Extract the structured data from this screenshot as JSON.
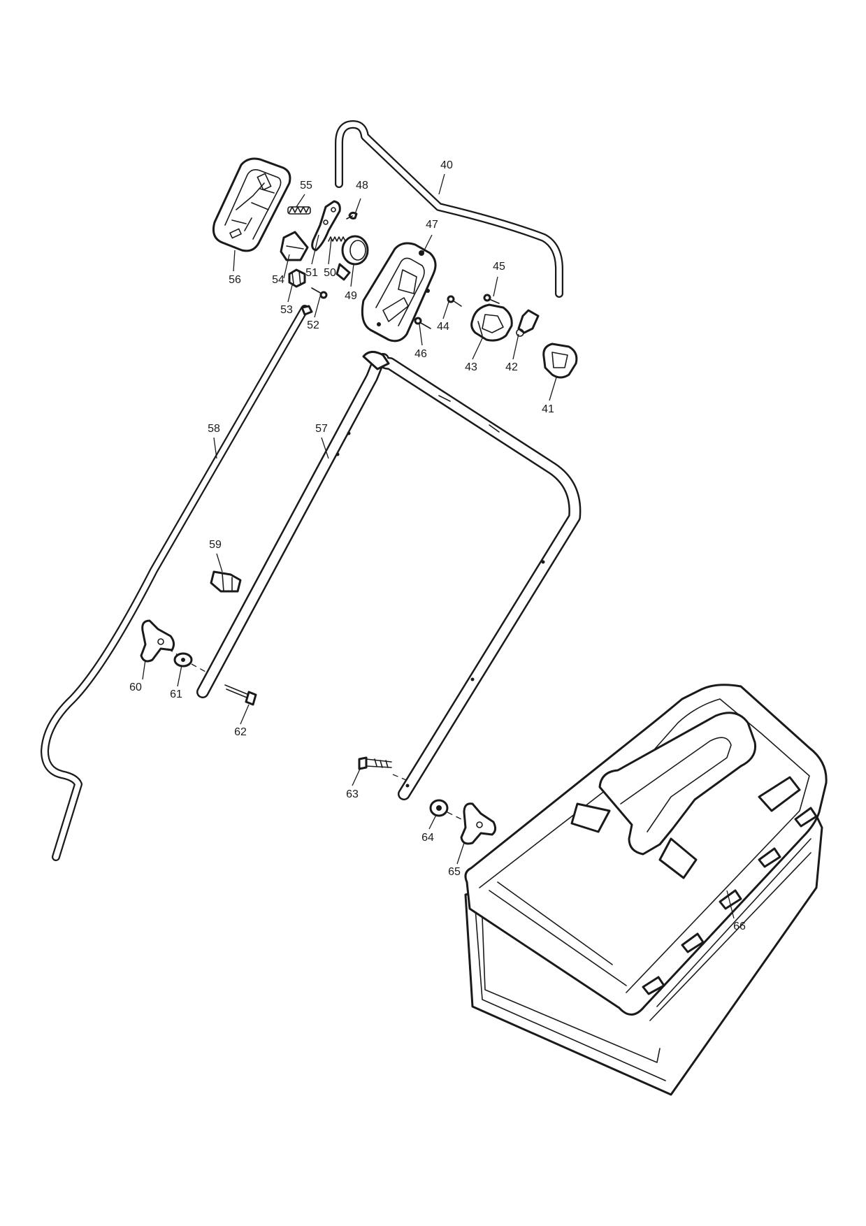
{
  "callouts": [
    "40",
    "41",
    "42",
    "43",
    "44",
    "45",
    "46",
    "47",
    "48",
    "49",
    "50",
    "51",
    "52",
    "53",
    "54",
    "55",
    "56",
    "57",
    "58",
    "59",
    "60",
    "61",
    "62",
    "63",
    "64",
    "65",
    "66"
  ]
}
